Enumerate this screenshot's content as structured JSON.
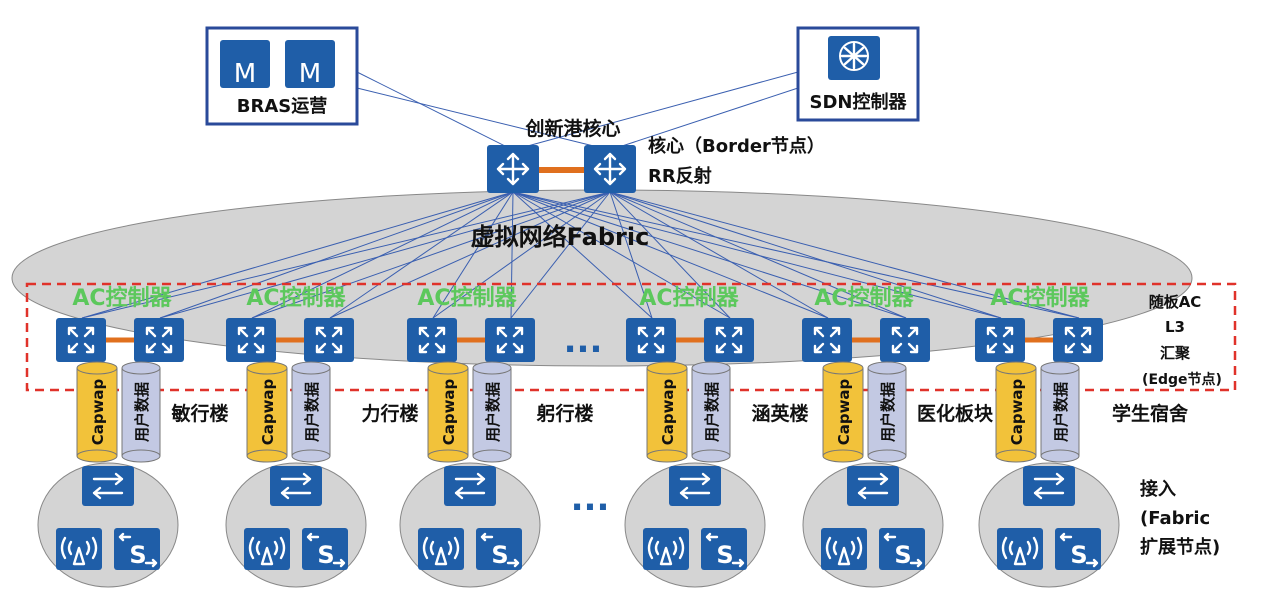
{
  "top": {
    "bras_label": "BRAS运营",
    "sdn_label": "SDN控制器",
    "core_label": "创新港核心",
    "border_label": "核心（Border节点）",
    "rr_label": "RR反射",
    "fabric_label": "虚拟网络Fabric",
    "router_letter": "M"
  },
  "edge": {
    "ac_label": "AC控制器",
    "capwap_label": "Capwap",
    "userdata_label": "用户数据",
    "side_line1": "随板AC",
    "side_line2": "L3",
    "side_line3": "汇聚",
    "side_line4": "(Edge节点)",
    "ellipsis": "..."
  },
  "buildings": [
    "敏行楼",
    "力行楼",
    "躬行楼",
    "涵英楼",
    "医化板块",
    "学生宿舍"
  ],
  "access": {
    "line1": "接入",
    "line2": "(Fabric",
    "line3": "扩展节点)",
    "switch_letter": "S"
  },
  "colors": {
    "device_blue": "#1f5ea8",
    "link_orange": "#e0701e",
    "fabric_gray": "#d4d4d4",
    "dash_red": "#e0322a",
    "capwap_yellow": "#f2c23a",
    "userdata_lavender": "#c3c9e3",
    "ac_green": "#5cc85c",
    "line_blue": "#3a5fb0"
  }
}
